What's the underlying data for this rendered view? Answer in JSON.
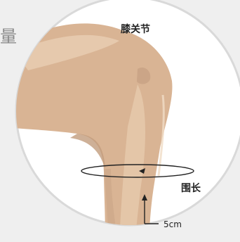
{
  "background_text": "量",
  "labels": {
    "title": "膝关节",
    "circumference": "围长",
    "offset": "5cm"
  },
  "colors": {
    "background": "#efefef",
    "circle_fill": "#ffffff",
    "circle_stroke": "#d9d9d9",
    "skin_light": "#e7c9aa",
    "skin_base": "#d8b393",
    "skin_shadow": "#c7a081",
    "line": "#222222",
    "text": "#222222"
  }
}
